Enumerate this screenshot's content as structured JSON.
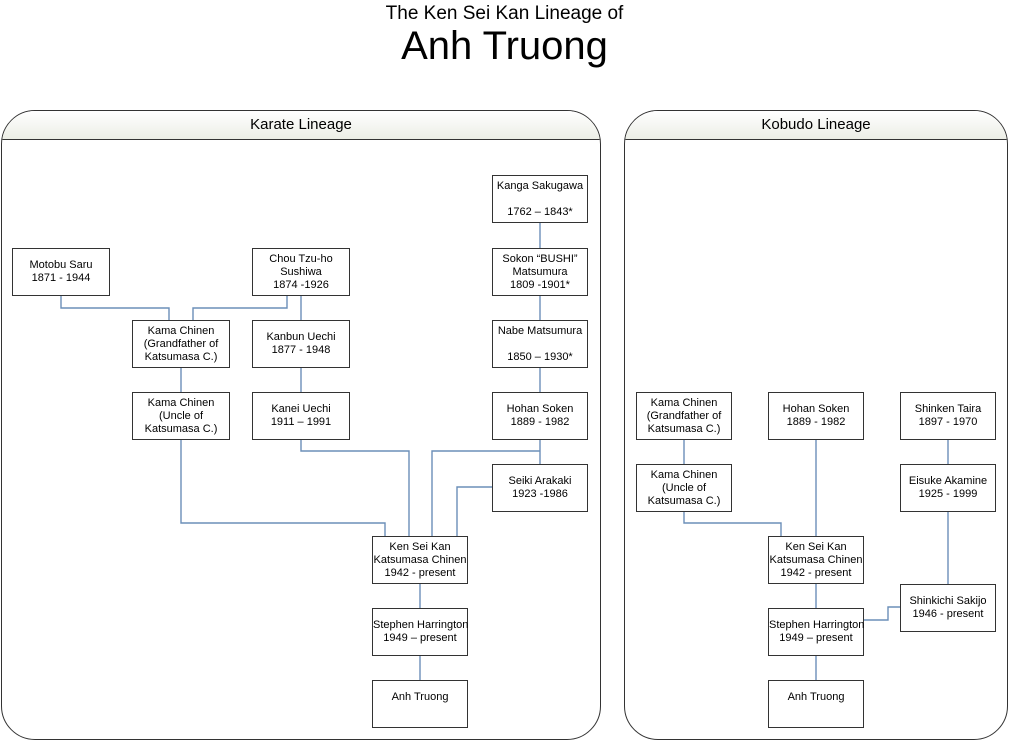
{
  "header": {
    "subtitle": "The Ken Sei Kan Lineage of",
    "title": "Anh Truong"
  },
  "colors": {
    "connector": "#6b8fb8",
    "border": "#333333",
    "header_gradient_end": "#eceee6"
  },
  "karate": {
    "title": "Karate Lineage",
    "nodes": {
      "motobu": [
        "Motobu Saru",
        "1871 - 1944"
      ],
      "chou": [
        "Chou Tzu-ho",
        "Sushiwa",
        "1874 -1926"
      ],
      "kanga": [
        "Kanga Sakugawa",
        "",
        "1762 – 1843*"
      ],
      "sokon": [
        "Sokon “BUSHI”",
        "Matsumura",
        "1809 -1901*"
      ],
      "kama_grand": [
        "Kama Chinen",
        "(Grandfather of",
        "Katsumasa C.)"
      ],
      "kanbun": [
        "Kanbun Uechi",
        "1877 - 1948"
      ],
      "nabe": [
        "Nabe Matsumura",
        "",
        "1850 – 1930*"
      ],
      "kama_uncle": [
        "Kama Chinen",
        "(Uncle of",
        "Katsumasa C.)"
      ],
      "kanei": [
        "Kanei Uechi",
        "1911 – 1991"
      ],
      "hohan": [
        "Hohan Soken",
        "1889 - 1982"
      ],
      "seiki": [
        "Seiki Arakaki",
        "1923 -1986"
      ],
      "chinen": [
        "Ken Sei Kan",
        "Katsumasa Chinen",
        "1942 - present"
      ],
      "stephen": [
        "Stephen Harrington",
        "1949 – present"
      ],
      "anh": [
        "Anh Truong"
      ]
    }
  },
  "kobudo": {
    "title": "Kobudo Lineage",
    "nodes": {
      "kama_grand": [
        "Kama Chinen",
        "(Grandfather of",
        "Katsumasa C.)"
      ],
      "hohan": [
        "Hohan Soken",
        "1889 - 1982"
      ],
      "shinken": [
        "Shinken Taira",
        "1897 - 1970"
      ],
      "kama_uncle": [
        "Kama Chinen",
        "(Uncle of",
        "Katsumasa C.)"
      ],
      "eisuke": [
        "Eisuke Akamine",
        "1925 - 1999"
      ],
      "chinen": [
        "Ken Sei Kan",
        "Katsumasa Chinen",
        "1942 - present"
      ],
      "shinkichi": [
        "Shinkichi Sakijo",
        "1946 - present"
      ],
      "stephen": [
        "Stephen Harrington",
        "1949 – present"
      ],
      "anh": [
        "Anh Truong"
      ]
    }
  }
}
